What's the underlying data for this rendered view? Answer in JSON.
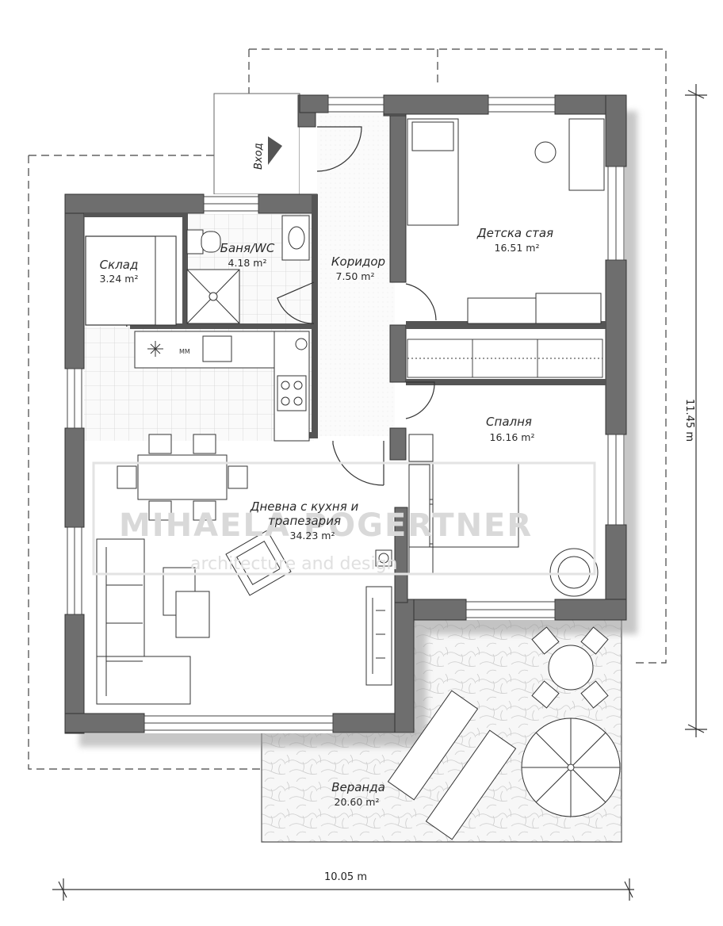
{
  "entrance_label": "Вход",
  "rooms": [
    {
      "id": "storage",
      "name": "Склад",
      "area": "3.24 m²"
    },
    {
      "id": "bath",
      "name": "Баня/WC",
      "area": "4.18 m²"
    },
    {
      "id": "corridor",
      "name": "Коридор",
      "area": "7.50 m²"
    },
    {
      "id": "kids",
      "name": "Детска стая",
      "area": "16.51 m²"
    },
    {
      "id": "bedroom",
      "name": "Спалня",
      "area": "16.16 m²"
    },
    {
      "id": "living",
      "name": "Дневна с кухня и",
      "name2": "трапезария",
      "area": "34.23 m²"
    },
    {
      "id": "veranda",
      "name": "Веранда",
      "area": "20.60 m²"
    }
  ],
  "dimensions": {
    "width": "10.05 m",
    "height": "11.45 m"
  },
  "appliance_label": "MM",
  "watermark": {
    "line1": "MIHAELA POGERTNER",
    "line2": "architecture and design"
  },
  "colors": {
    "wall": "#6e6e6e",
    "line": "#333333",
    "shadow": "#cfcfcf"
  }
}
